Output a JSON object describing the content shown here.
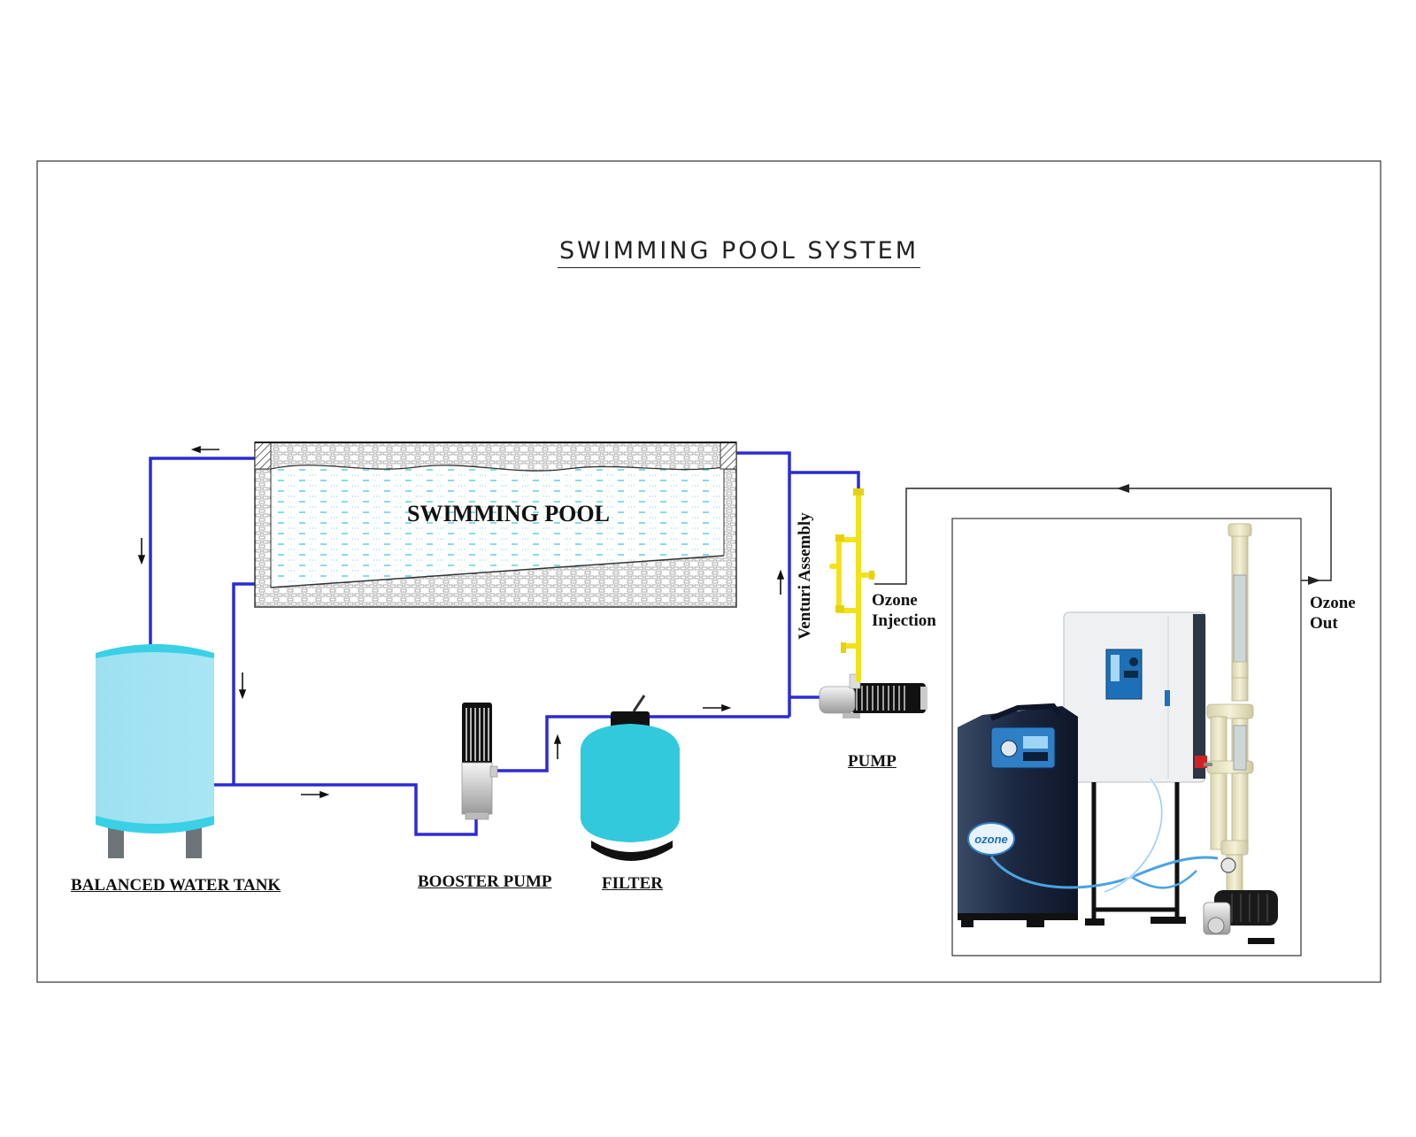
{
  "title": "SWIMMING POOL SYSTEM",
  "labels": {
    "swimming_pool": "SWIMMING POOL",
    "balanced_water_tank": "BALANCED WATER TANK",
    "booster_pump": "BOOSTER PUMP",
    "filter": "FILTER",
    "pump": "PUMP",
    "venturi_assembly": "Venturi Assembly",
    "ozone_injection": "Ozone Injection",
    "ozone_out": "Ozone Out",
    "ozone_logo": "ozone"
  },
  "colors": {
    "pipe": "#2b2bd6",
    "tank": "#a6e4f2",
    "tank_top": "#3ad0e6",
    "filter": "#33c9dc",
    "venturi": "#f2e21a",
    "water_dash": "#35c4d4",
    "generator_dark": "#1a2a44",
    "cabinet": "#eef0f2",
    "pvc_pipe": "#ece9c8"
  }
}
